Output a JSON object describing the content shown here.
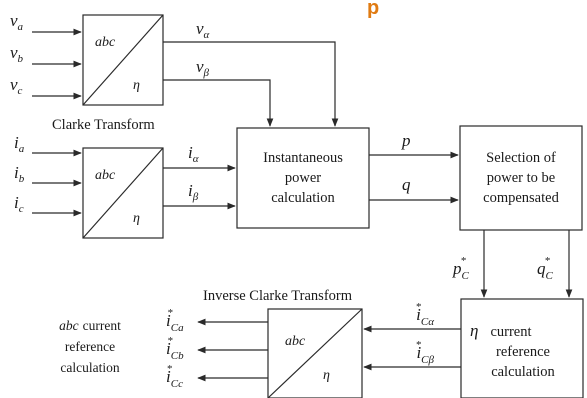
{
  "title_fragment": "p",
  "colors": {
    "accent": "#e07b12",
    "ink": "#1a1a1a"
  },
  "clarke": {
    "label": "Clarke Transform",
    "block1": {
      "top": "abc",
      "bottom": "η"
    },
    "block2": {
      "top": "abc",
      "bottom": "η"
    }
  },
  "inverse_clarke": {
    "label": "Inverse Clarke Transform",
    "block": {
      "top": "abc",
      "bottom": "η"
    }
  },
  "blocks": {
    "power_calc": [
      "Instantaneous",
      "power",
      "calculation"
    ],
    "selection": [
      "Selection of",
      "power to be",
      "compensated"
    ],
    "current_ref": {
      "symbol": "η",
      "lines": [
        "current",
        "reference",
        "calculation"
      ]
    }
  },
  "outputs": {
    "prefix": "abc",
    "lines": [
      "current",
      "reference",
      "calculation"
    ]
  },
  "signals": {
    "v": "v",
    "i": "i",
    "p": "p",
    "q": "q",
    "va": "a",
    "vb": "b",
    "vc": "c",
    "valpha": "α",
    "vbeta": "β",
    "ia": "a",
    "ib": "b",
    "ic": "c",
    "ialpha": "α",
    "ibeta": "β",
    "star": "*",
    "C": "C",
    "Calpha": "Cα",
    "Cbeta": "Cβ",
    "Ca": "Ca",
    "Cb": "Cb",
    "Cc": "Cc"
  }
}
